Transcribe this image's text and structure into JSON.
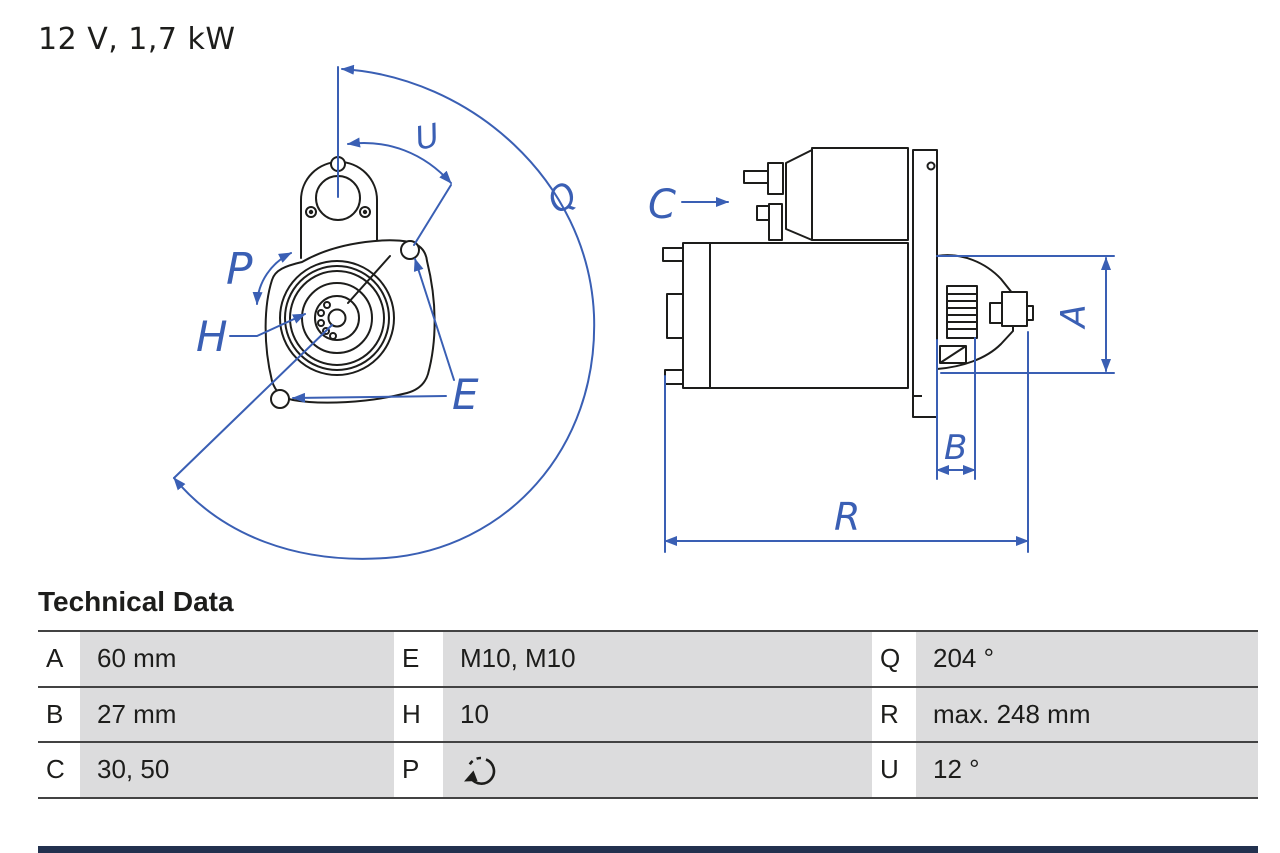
{
  "title": "12 V, 1,7 kW",
  "table": {
    "heading": "Technical Data",
    "rows": [
      [
        {
          "k": "A",
          "v": "60 mm"
        },
        {
          "k": "E",
          "v": "M10, M10"
        },
        {
          "k": "Q",
          "v": "204 °"
        }
      ],
      [
        {
          "k": "B",
          "v": "27 mm"
        },
        {
          "k": "H",
          "v": "10"
        },
        {
          "k": "R",
          "v": "max. 248 mm"
        }
      ],
      [
        {
          "k": "C",
          "v": "30, 50"
        },
        {
          "k": "P",
          "v": "",
          "icon": "rotation-direction-icon"
        },
        {
          "k": "U",
          "v": "12 °"
        }
      ]
    ]
  },
  "diagram": {
    "labels": {
      "u": "U",
      "q": "Q",
      "p": "P",
      "h": "H",
      "e": "E",
      "c": "C",
      "a": "A",
      "b": "B",
      "r": "R"
    }
  },
  "colors": {
    "dimension_blue": "#3a5fb4",
    "drawing_line": "#1d1d1b",
    "table_value_bg": "#dcdcdd",
    "table_border": "#434343",
    "bottom_bar_navy": "#22314f"
  }
}
